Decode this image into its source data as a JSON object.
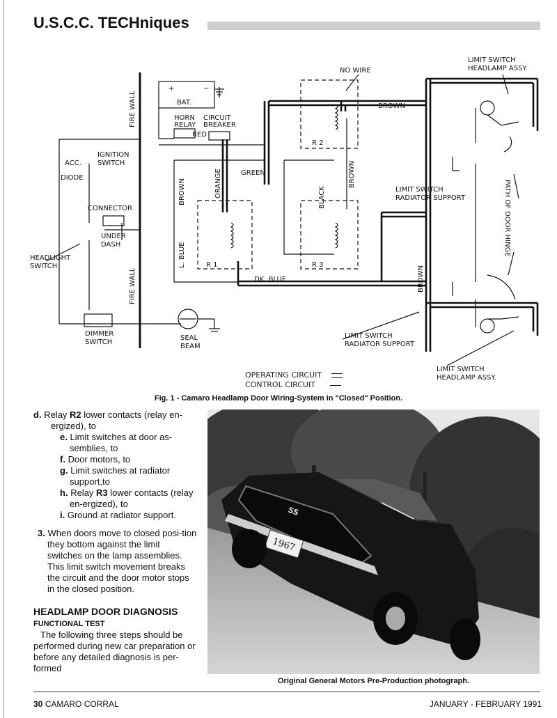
{
  "header": {
    "title": "U.S.C.C. TECHniques"
  },
  "diagram": {
    "labels": {
      "fire_wall_top": "FIRE WALL",
      "fire_wall_bottom": "FIRE WALL",
      "bat": "BAT.",
      "plus": "+",
      "minus": "−",
      "horn_relay_1": "HORN",
      "horn_relay_2": "RELAY",
      "circuit_breaker_1": "CIRCUIT",
      "circuit_breaker_2": "BREAKER",
      "red": "RED",
      "no_wire": "NO WIRE",
      "r2": "R 2",
      "brown_top": "BROWN",
      "brown_vert_r2": "BROWN",
      "limit_headlamp_top_1": "LIMIT SWITCH",
      "limit_headlamp_top_2": "HEADLAMP ASSY.",
      "ignition_1": "IGNITION",
      "ignition_2": "SWITCH",
      "acc": "ACC.",
      "diode": "DIODE",
      "green": "GREEN",
      "orange": "ORANGE",
      "brown_left": "BROWN",
      "black": "BLACK",
      "limit_radiator_top_1": "LIMIT SWITCH",
      "limit_radiator_top_2": "RADIATOR SUPPORT",
      "path_of_door_hinge": "PATH OF DOOR HINGE",
      "connector": "CONNECTOR",
      "under_dash_1": "UNDER",
      "under_dash_2": "DASH",
      "headlight_1": "HEADLIGHT",
      "headlight_2": "SWITCH",
      "l_blue": "L. BLUE",
      "r1": "R 1",
      "r3": "R 3",
      "dk_blue": "DK. BLUE",
      "brown_right_vert": "BROWN",
      "dimmer_1": "DIMMER",
      "dimmer_2": "SWITCH",
      "seal_1": "SEAL",
      "seal_2": "BEAM",
      "limit_radiator_bottom_1": "LIMIT SWITCH",
      "limit_radiator_bottom_2": "RADIATOR SUPPORT",
      "limit_headlamp_bottom_1": "LIMIT SWITCH",
      "limit_headlamp_bottom_2": "HEADLAMP ASSY."
    },
    "legend": {
      "operating": "OPERATING CIRCUIT",
      "control": "CONTROL CIRCUIT"
    },
    "caption": "Fig. 1 - Camaro Headlamp Door Wiring-System in \"Closed\" Position."
  },
  "body": {
    "d_letter": "d.",
    "d_pre": "Relay ",
    "d_bold": "R2",
    "d_post": " lower contacts (relay en-ergized), to",
    "e_letter": "e.",
    "e_text": "Limit switches at door as-semblies, to",
    "f_letter": "f.",
    "f_text": "Door motors, to",
    "g_letter": "g.",
    "g_text": "Limit switches at radiator support,to",
    "h_letter": "h.",
    "h_pre": "Relay ",
    "h_bold": "R3",
    "h_post": " lower contacts (relay en-ergized), to",
    "i_letter": "i.",
    "i_text": "Ground at radiator support.",
    "item3_num": "3.",
    "item3_text": "When doors move to closed posi-tion they bottom against the limit switches on the lamp assemblies. This limit switch movement breaks the circuit and the door motor stops in the closed position.",
    "heading": "HEADLAMP DOOR DIAGNOSIS",
    "subheading": "FUNCTIONAL TEST",
    "para": "The following three steps should be performed during new car preparation or before any detailed diagnosis is per-formed"
  },
  "photo": {
    "plate": "1967",
    "badge": "SS",
    "caption": "Original General Motors Pre-Production photograph."
  },
  "footer": {
    "left_num": "30",
    "left_text": "CAMARO CORRAL",
    "right": "JANUARY - FEBRUARY 1991"
  }
}
